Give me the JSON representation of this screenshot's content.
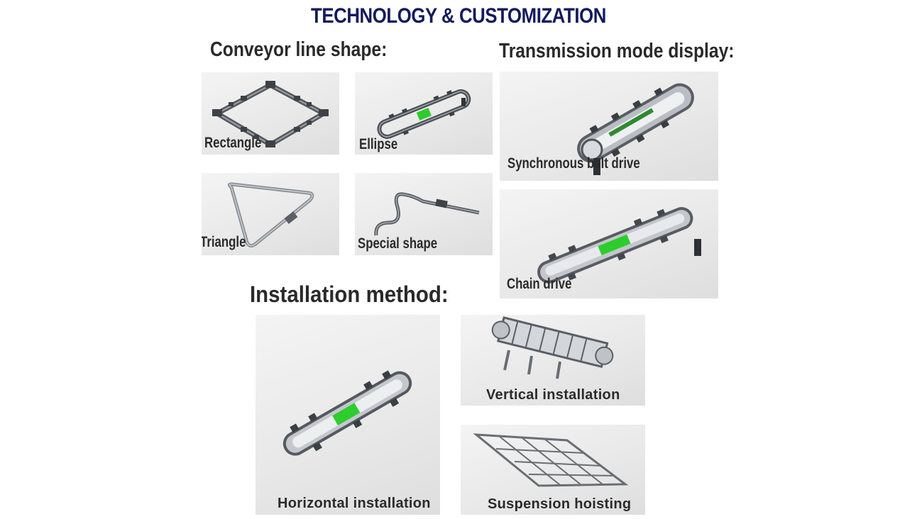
{
  "page": {
    "title": "TECHNOLOGY & CUSTOMIZATION"
  },
  "sections": {
    "conveyor_shape": {
      "heading": "Conveyor line shape:",
      "items": [
        {
          "label": "Rectangle"
        },
        {
          "label": "Ellipse"
        },
        {
          "label": "Triangle"
        },
        {
          "label": "Special shape"
        }
      ]
    },
    "transmission": {
      "heading": "Transmission mode display:",
      "items": [
        {
          "label": "Synchronous belt drive"
        },
        {
          "label": "Chain drive"
        }
      ]
    },
    "installation": {
      "heading": "Installation method:",
      "items": [
        {
          "label": "Horizontal installation"
        },
        {
          "label": "Vertical installation"
        },
        {
          "label": "Suspension hoisting"
        }
      ]
    }
  },
  "colors": {
    "title": "#141a5c",
    "heading": "#2a2a2a",
    "accent_green": "#2ecc2e",
    "metal": "#8c9096"
  }
}
